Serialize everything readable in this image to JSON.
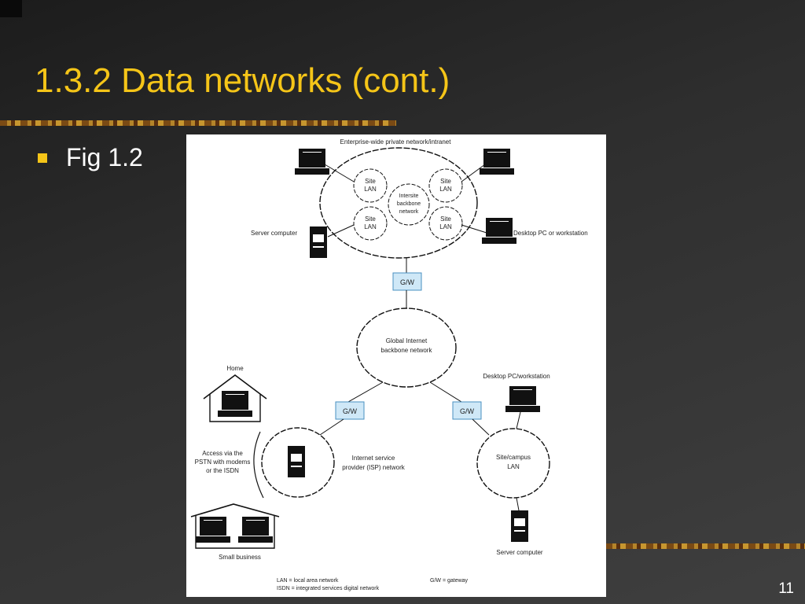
{
  "slide": {
    "title": "1.3.2 Data networks (cont.)",
    "bullet": "Fig 1.2",
    "number": "11"
  },
  "figure": {
    "enterprise_label": "Enterprise-wide private network/intranet",
    "site_lan": "Site LAN",
    "backbone_label": "Intersite backbone network",
    "server_label": "Server computer",
    "desktop_label": "Desktop PC or workstation",
    "gw": "G/W",
    "global_label": "Global Internet backbone network",
    "home_label": "Home",
    "access_label": "Access via the PSTN with modems or the ISDN",
    "isp_label": "Internet service provider (ISP) network",
    "desktop2_label": "Desktop PC/workstation",
    "campus_label": "Site/campus LAN",
    "server2_label": "Server computer",
    "small_business_label": "Small business",
    "legend_lan": "LAN = local area network",
    "legend_isdn": "ISDN = integrated services digital network",
    "legend_gw": "G/W = gateway"
  },
  "colors": {
    "title": "#f5c518",
    "gateway_fill": "#cfe8f7",
    "gateway_stroke": "#4a90c0"
  }
}
